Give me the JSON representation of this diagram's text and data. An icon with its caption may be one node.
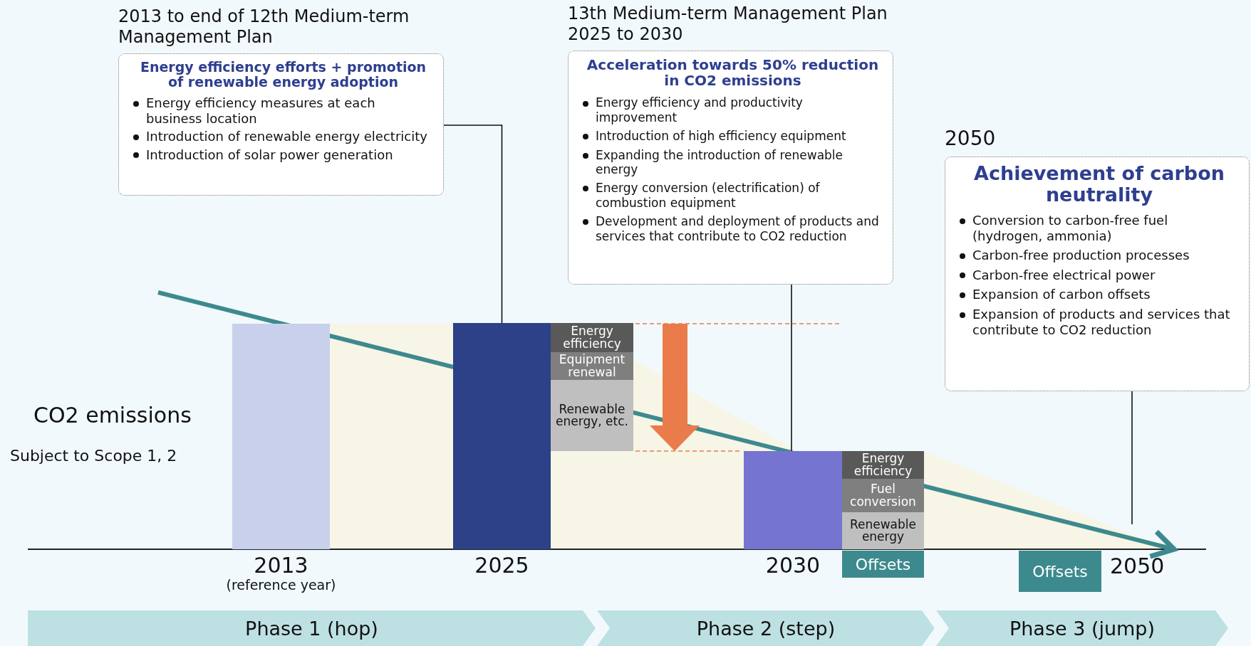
{
  "diagram": {
    "nodes": [
      {
        "text": [
          "2013 to end of 12th Medium-term Management Plan",
          "Energy efficiency efforts + promotion of renewable energy adoption",
          "Energy efficiency measures at each business location",
          "Introduction of renewable energy electricity",
          "Introduction of solar power generation"
        ]
      },
      {
        "text": [
          "13th Medium-term Management Plan 2025 to 2030",
          "Acceleration towards 50% reduction in CO2 emissions",
          "Energy efficiency and productivity improvement",
          "Introduction of high efficiency equipment",
          "Expanding the introduction of renewable energy",
          "Energy conversion (electrification) of combustion equipment",
          "Development and deployment of products and services that contribute to CO2 reduction"
        ]
      },
      {
        "text": [
          "2050",
          "Achievement of carbon neutrality",
          "Conversion to carbon-free fuel (hydrogen, ammonia)",
          "Carbon-free production processes",
          "Carbon-free electrical power",
          "Expansion of carbon offsets",
          "Expansion of products and services that contribute to CO2 reduction"
        ]
      },
      {
        "text": [],
        "shape": "bar",
        "beside": [
          "2013",
          "(reference year)"
        ]
      },
      {
        "text": [],
        "shape": "bar",
        "beside": [
          "2025"
        ]
      },
      {
        "text": [
          "Energy efficiency"
        ]
      },
      {
        "text": [
          "Equipment renewal"
        ]
      },
      {
        "text": [
          "Renewable energy, etc."
        ]
      },
      {
        "text": [],
        "shape": "bar",
        "beside": [
          "2030"
        ]
      },
      {
        "text": [
          "Energy efficiency"
        ]
      },
      {
        "text": [
          "Fuel conversion"
        ]
      },
      {
        "text": [
          "Renewable energy"
        ]
      },
      {
        "text": [
          "Offsets"
        ]
      },
      {
        "text": [
          "Offsets"
        ]
      },
      {
        "text": [
          "Phase 1 (hop)"
        ]
      },
      {
        "text": [
          "Phase 2 (step)"
        ]
      },
      {
        "text": [
          "Phase 3 (jump)"
        ]
      }
    ],
    "edges": [
      {
        "from": 0,
        "to": 4,
        "arrow": "none"
      },
      {
        "from": 1,
        "to": 8,
        "arrow": "none"
      },
      {
        "from": 2,
        "to": null,
        "arrow": "none"
      }
    ],
    "labels": [
      "CO2 emissions",
      "Subject to Scope 1, 2",
      "2050"
    ]
  }
}
